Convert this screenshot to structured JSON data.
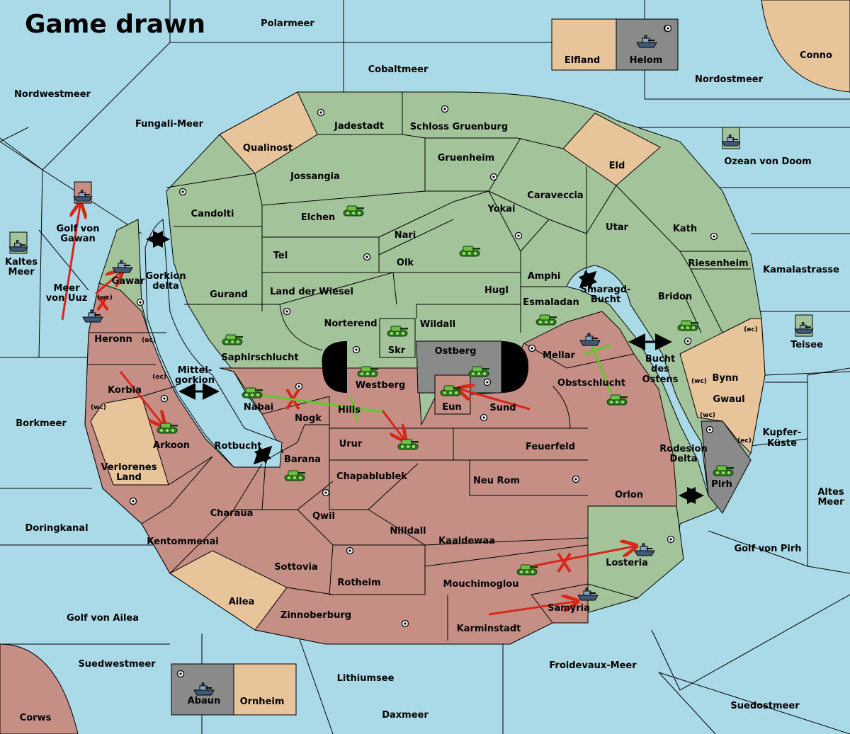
{
  "status": "Game drawn",
  "colors": {
    "sea": "#aadae8",
    "green": "#a3c49a",
    "red": "#c58f86",
    "tan": "#e8c49a",
    "grey": "#8a8a8a",
    "move_red": "#d8261a",
    "support_green": "#5ecb2c"
  },
  "sea_labels": {
    "polarmeer": "Polarmeer",
    "cobaltmeer": "Cobaltmeer",
    "nordwestmeer": "Nordwestmeer",
    "fungali_meer": "Fungali-Meer",
    "nordostmeer": "Nordostmeer",
    "ozean_von_doom": "Ozean von Doom",
    "kamalastrasse": "Kamalastrasse",
    "teisee": "Teisee",
    "bucht_des_ostens": "Bucht des Ostens",
    "kupfer_kueste": "Kupfer-Küste",
    "altes_meer": "Altes Meer",
    "golf_von_pirh": "Golf von Pirh",
    "suedostmeer": "Suedostmeer",
    "froidevaux_meer": "Froidevaux-Meer",
    "daxmeer": "Daxmeer",
    "lithiumsee": "Lithiumsee",
    "suedwestmeer": "Suedwestmeer",
    "golf_von_ailea": "Golf von Ailea",
    "doringkanal": "Doringkanal",
    "borkmeer": "Borkmeer",
    "kaltes_meer": "Kaltes Meer",
    "golf_von_gawan": "Golf von Gawan",
    "meer_von_uuz": "Meer von Uuz",
    "gorkion_delta": "Gorkion delta",
    "mittelgorkion": "Mittel-gorkion",
    "rotbucht": "Rotbucht",
    "smaragd_bucht": "Smaragd-Bucht",
    "rodesion_delta": "Rodesion Delta"
  },
  "land_labels": {
    "elfland": "Elfland",
    "helom": "Helom",
    "conno": "Conno",
    "jadestadt": "Jadestadt",
    "schloss_gruenburg": "Schloss Gruenburg",
    "qualinost": "Qualinost",
    "gruenheim": "Gruenheim",
    "eld": "Eld",
    "jossangia": "Jossangia",
    "candolti": "Candolti",
    "elchen": "Elchen",
    "caraveccia": "Caraveccia",
    "yokai": "Yokai",
    "utar": "Utar",
    "kath": "Kath",
    "nari": "Nari",
    "tel": "Tel",
    "olk": "Olk",
    "riesenheim": "Riesenheim",
    "amphi": "Amphi",
    "gurand": "Gurand",
    "land_der_wiesel": "Land der Wiesel",
    "hugl": "Hugl",
    "bridon": "Bridon",
    "esmaladan": "Esmaladan",
    "norterend": "Norterend",
    "wildall": "Wildall",
    "skr": "Skr",
    "ostberg": "Ostberg",
    "mellar": "Mellar",
    "saphirschlucht": "Saphirschlucht",
    "westberg": "Westberg",
    "obstschlucht": "Obstschlucht",
    "bynn": "Bynn",
    "gwaul": "Gwaul",
    "nabai": "Nabai",
    "nogk": "Nogk",
    "hills": "Hills",
    "eun": "Eun",
    "sund": "Sund",
    "heronn": "Heronn",
    "korbia": "Korbia",
    "arkoon": "Arkoon",
    "verlorenes_land": "Verlorenes Land",
    "urur": "Urur",
    "feuerfeld": "Feuerfeld",
    "barana": "Barana",
    "chapablublek": "Chapablublek",
    "neu_rom": "Neu Rom",
    "orlon": "Orlon",
    "pirh": "Pirh",
    "charaua": "Charaua",
    "qwil": "Qwil",
    "nilldall": "Nilldall",
    "kaaldewaa": "Kaaldewaa",
    "kentommenai": "Kentommenai",
    "losteria": "Losteria",
    "sottovia": "Sottovia",
    "rotheim": "Rotheim",
    "mouchimoglou": "Mouchimoglou",
    "ailea": "Ailea",
    "samyria": "Samyria",
    "zinnoberburg": "Zinnoberburg",
    "karminstadt": "Karminstadt",
    "abaun": "Abaun",
    "ornheim": "Ornheim",
    "corws": "Corws",
    "gawar": "Gawar"
  },
  "coasts": {
    "wc": "(wc)",
    "ec": "(ec)"
  },
  "units": [
    {
      "type": "fleet",
      "power": "green",
      "province": "Kaltes Meer"
    },
    {
      "type": "fleet",
      "power": "red",
      "province": "Golf von Gawan"
    },
    {
      "type": "fleet",
      "power": "green",
      "province": "Gawar"
    },
    {
      "type": "fleet",
      "power": "red",
      "province": "Meer von Uuz"
    },
    {
      "type": "army",
      "power": "green",
      "province": "Elchen"
    },
    {
      "type": "army",
      "power": "green",
      "province": "Olk"
    },
    {
      "type": "army",
      "power": "green",
      "province": "Saphirschlucht"
    },
    {
      "type": "army",
      "power": "green",
      "province": "Skr"
    },
    {
      "type": "army",
      "power": "green",
      "province": "Westberg"
    },
    {
      "type": "army",
      "power": "green",
      "province": "Ostberg"
    },
    {
      "type": "army",
      "power": "green",
      "province": "Esmaladan"
    },
    {
      "type": "army",
      "power": "green",
      "province": "Bridon"
    },
    {
      "type": "fleet",
      "power": "green",
      "province": "Ozean von Doom"
    },
    {
      "type": "fleet",
      "power": "green",
      "province": "Teisee"
    },
    {
      "type": "fleet",
      "power": "green",
      "province": "Mellar"
    },
    {
      "type": "army",
      "power": "green",
      "province": "Obstschlucht"
    },
    {
      "type": "army",
      "power": "green",
      "province": "Nabai"
    },
    {
      "type": "army",
      "power": "green",
      "province": "Eun"
    },
    {
      "type": "army",
      "power": "green",
      "province": "Urur"
    },
    {
      "type": "army",
      "power": "green",
      "province": "Arkoon"
    },
    {
      "type": "army",
      "power": "green",
      "province": "Barana"
    },
    {
      "type": "army",
      "power": "green",
      "province": "Pirh"
    },
    {
      "type": "fleet",
      "power": "green",
      "province": "Losteria"
    },
    {
      "type": "army",
      "power": "green",
      "province": "Mouchimoglou"
    },
    {
      "type": "fleet",
      "power": "green",
      "province": "Samyria"
    },
    {
      "type": "fleet",
      "power": "grey",
      "province": "Abaun"
    },
    {
      "type": "fleet",
      "power": "grey",
      "province": "Helom"
    }
  ]
}
